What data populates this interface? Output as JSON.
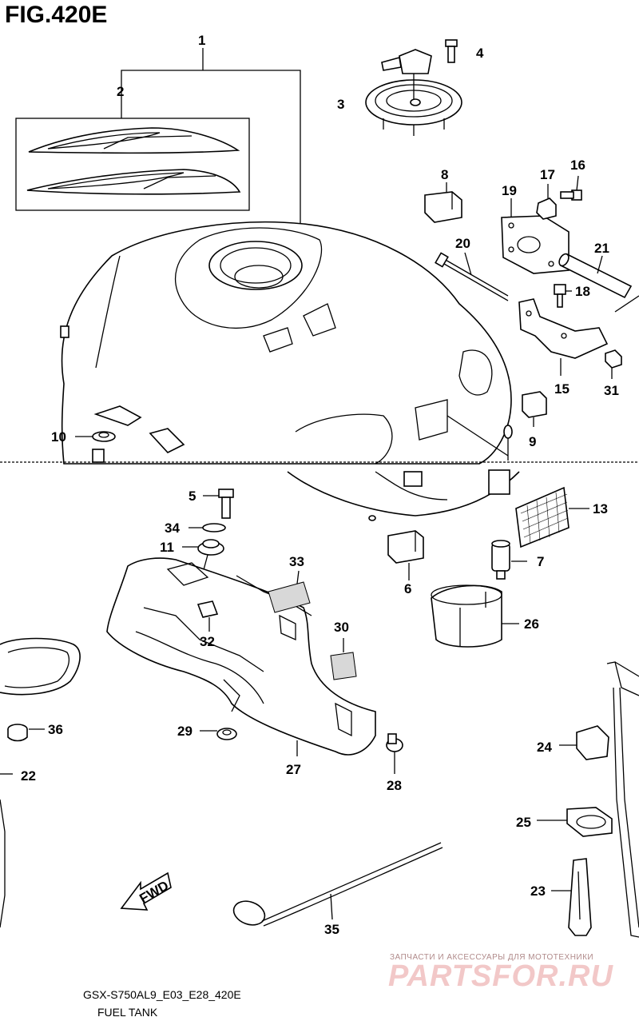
{
  "figure": {
    "title": "FIG.420E",
    "model_code": "GSX-S750AL9_E03_E28_420E",
    "caption": "FUEL TANK",
    "fwd_label": "FWD"
  },
  "watermark": {
    "line1": "ЗАПЧАСТИ И АКСЕССУАРЫ ДЛЯ МОТОТЕХНИКИ",
    "logo": "PARTSFOR.RU"
  },
  "callouts": {
    "c1": "1",
    "c2": "2",
    "c3": "3",
    "c4": "4",
    "c5": "5",
    "c6": "6",
    "c7": "7",
    "c8": "8",
    "c9": "9",
    "c10": "10",
    "c11": "11",
    "c13": "13",
    "c15": "15",
    "c16": "16",
    "c17": "17",
    "c18": "18",
    "c19": "19",
    "c20": "20",
    "c21": "21",
    "c22": "22",
    "c23": "23",
    "c24": "24",
    "c25": "25",
    "c26": "26",
    "c27": "27",
    "c28": "28",
    "c29": "29",
    "c30": "30",
    "c31": "31",
    "c32": "32",
    "c33": "33",
    "c34": "34",
    "c35": "35",
    "c36": "36"
  }
}
